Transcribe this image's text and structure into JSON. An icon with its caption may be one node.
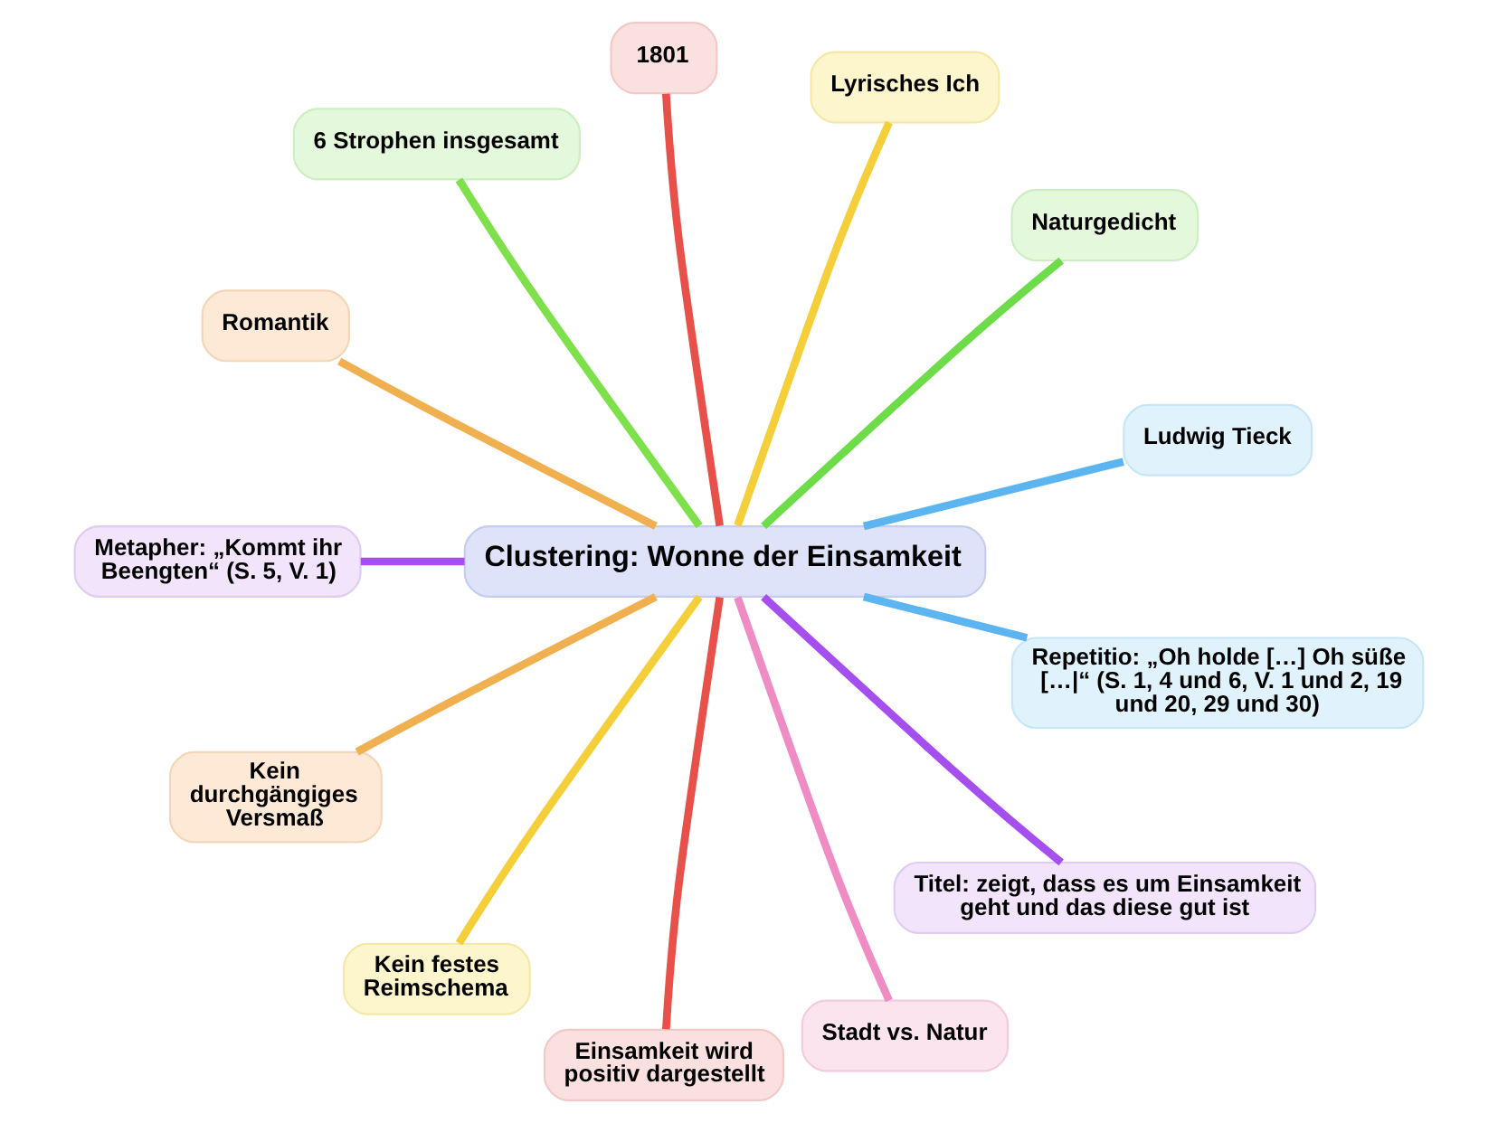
{
  "diagram": {
    "nodes": [
      {
        "text": [
          "Clustering: Wonne der Einsamkeit"
        ]
      },
      {
        "text": [
          "6 Strophen insgesamt"
        ]
      },
      {
        "text": [
          "Metapher: „Kommt ihr Beengten“ (S. 5, V. 1)"
        ]
      },
      {
        "text": [
          "Romantik"
        ]
      },
      {
        "text": [
          "1801"
        ]
      },
      {
        "text": [
          "Lyrisches Ich"
        ]
      },
      {
        "text": [
          "Kein durchgängiges Versmaß"
        ]
      },
      {
        "text": [
          "Naturgedicht"
        ]
      },
      {
        "text": [
          "Ludwig Tieck"
        ]
      },
      {
        "text": [
          "Kein festes Reimschema"
        ]
      },
      {
        "text": [
          "Repetitio: „Oh holde […] Oh süße […|“ (S. 1, 4 und 6, V. 1 und 2, 19 und 20, 29 und 30)"
        ]
      },
      {
        "text": [
          "Einsamkeit wird positiv dargestellt"
        ]
      },
      {
        "text": [
          "Titel: zeigt, dass es um Einsamkeit geht und das diese gut ist"
        ]
      },
      {
        "text": [
          "Stadt vs. Natur"
        ]
      }
    ],
    "edges": [
      {
        "from": 0,
        "to": 8,
        "arrow": "none",
        "color": "#5cb4f0"
      },
      {
        "from": 0,
        "to": 7,
        "arrow": "none",
        "color": "#6cdc48"
      },
      {
        "from": 0,
        "to": 5,
        "arrow": "none",
        "color": "#f5cf3a"
      },
      {
        "from": 0,
        "to": 4,
        "arrow": "none",
        "color": "#e8504a"
      },
      {
        "from": 0,
        "to": 1,
        "arrow": "none",
        "color": "#7ee04a"
      },
      {
        "from": 0,
        "to": 3,
        "arrow": "none",
        "color": "#f0b050"
      },
      {
        "from": 0,
        "to": 2,
        "arrow": "none",
        "color": "#a64ff0"
      },
      {
        "from": 0,
        "to": 6,
        "arrow": "none",
        "color": "#f0b050"
      },
      {
        "from": 0,
        "to": 9,
        "arrow": "none",
        "color": "#f5cf3a"
      },
      {
        "from": 0,
        "to": 11,
        "arrow": "none",
        "color": "#e8504a"
      },
      {
        "from": 0,
        "to": 13,
        "arrow": "none",
        "color": "#f08cc4"
      },
      {
        "from": 0,
        "to": 12,
        "arrow": "none",
        "color": "#a64ff0"
      },
      {
        "from": 0,
        "to": 10,
        "arrow": "none",
        "color": "#5cb4f0"
      }
    ]
  }
}
